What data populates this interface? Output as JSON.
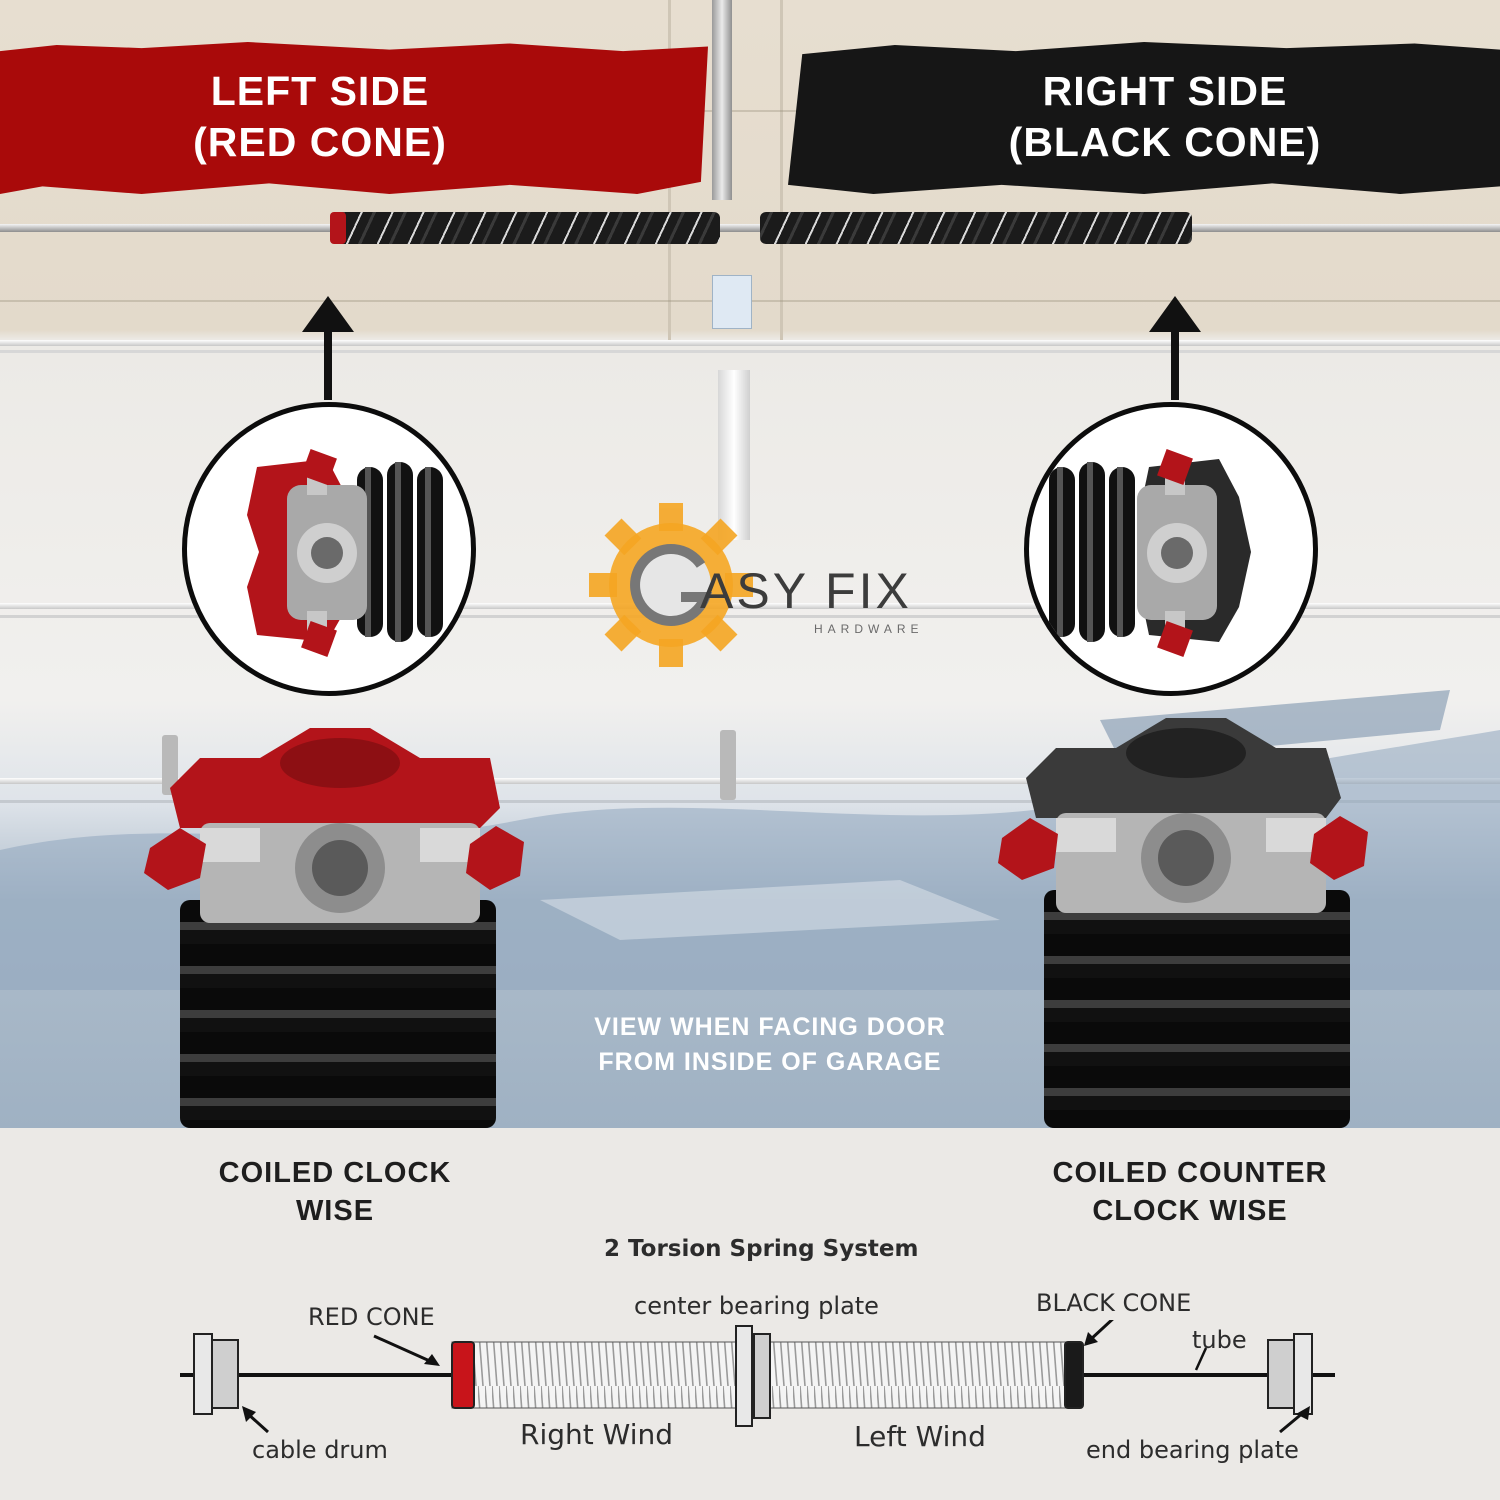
{
  "banners": {
    "left": {
      "line1": "LEFT SIDE",
      "line2": "(RED CONE)",
      "color": "#a90a0a"
    },
    "right": {
      "line1": "RIGHT SIDE",
      "line2": "(BLACK CONE)",
      "color": "#161616"
    }
  },
  "logo": {
    "name": "ASY FIX",
    "sub": "HARDWARE",
    "gear_color": "#f5a623"
  },
  "view_note": {
    "line1": "VIEW WHEN FACING DOOR",
    "line2": "FROM INSIDE OF GARAGE"
  },
  "coil_labels": {
    "left": {
      "line1": "COILED CLOCK",
      "line2": "WISE"
    },
    "right": {
      "line1": "COILED COUNTER",
      "line2": "CLOCK WISE"
    }
  },
  "diagram": {
    "title": "2 Torsion Spring System",
    "labels": {
      "red_cone": "RED CONE",
      "center_bearing_plate": "center bearing plate",
      "black_cone": "BLACK CONE",
      "tube": "tube",
      "cable_drum": "cable drum",
      "right_wind": "Right Wind",
      "left_wind": "Left Wind",
      "end_bearing_plate": "end bearing plate"
    }
  },
  "colors": {
    "red_cone": "#b3141a",
    "black_cone": "#1a1a1a",
    "zinc": "#b8b8b8"
  }
}
